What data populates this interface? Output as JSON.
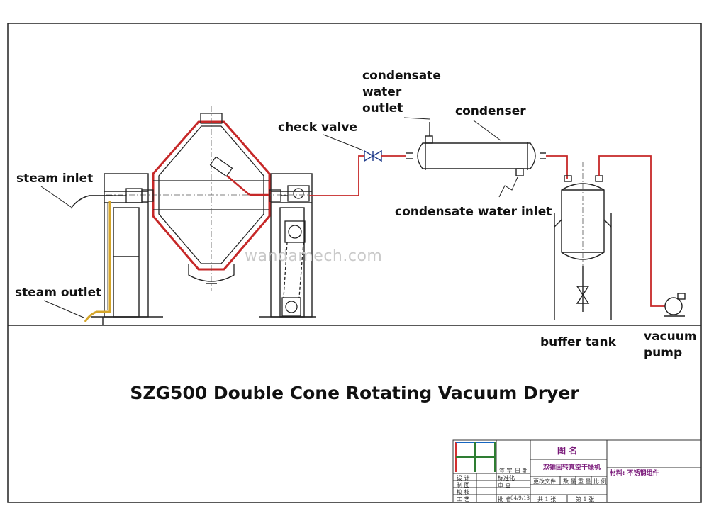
{
  "title": "SZG500 Double Cone Rotating Vacuum Dryer",
  "watermark": "wandamech.com",
  "labels": {
    "steam_inlet": "steam inlet",
    "steam_outlet": "steam outlet",
    "check_valve": "check valve",
    "condensate_water_outlet_1": "condensate",
    "condensate_water_outlet_2": "water",
    "condensate_water_outlet_3": "outlet",
    "condenser": "condenser",
    "condensate_water_inlet": "condensate water inlet",
    "buffer_tank": "buffer tank",
    "vacuum_pump_1": "vacuum",
    "vacuum_pump_2": "pump"
  },
  "title_block": {
    "drawing_name_header": "图 名",
    "drawing_name": "双锥回转真空干燥机",
    "material": "材料: 不锈钢组件",
    "design": "设 计",
    "standard": "标准化",
    "draw": "制 图",
    "review": "审 查",
    "check": "校 核",
    "process": "工 艺",
    "approve": "批 准",
    "date_label": "日 期",
    "date_value": "04/9/18",
    "sign": "签 字",
    "date": "日 期",
    "doc": "更改文件",
    "qty": "数 量",
    "weight": "重 量",
    "scale": "比 例",
    "total_sheets": "共 1 张",
    "sheet_no": "第 1 张"
  },
  "colors": {
    "steam_line": "#d4a52a",
    "vacuum_line": "#c62828",
    "outline": "#1a1a1a"
  }
}
